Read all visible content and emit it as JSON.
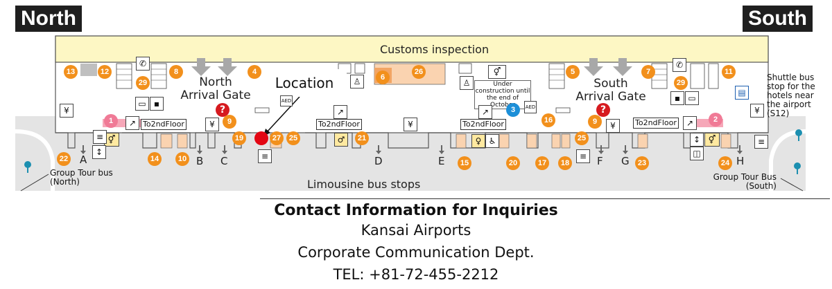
{
  "corners": {
    "north": "North",
    "south": "South"
  },
  "bands": {
    "customs": "Customs inspection",
    "limousine": "Limousine bus stops"
  },
  "gates": {
    "north_line1": "North",
    "north_line2": "Arrival Gate",
    "south_line1": "South",
    "south_line2": "Arrival Gate"
  },
  "location_label": "Location",
  "construction_note": {
    "line1": "Under construction until",
    "line2": "the end of October"
  },
  "to_floor": "To2ndFloor",
  "aed": "AED",
  "question_mark": "?",
  "bus_labels": {
    "group_north_1": "Group Tour bus",
    "group_north_2": "(North)",
    "group_south_1": "Group Tour Bus",
    "group_south_2": "(South)",
    "shuttle_1": "Shuttle bus",
    "shuttle_2": "stop for the",
    "shuttle_3": "hotels near",
    "shuttle_4": "the airport",
    "shuttle_5": "(S12)"
  },
  "stops": [
    "A",
    "B",
    "C",
    "D",
    "E",
    "F",
    "G",
    "H"
  ],
  "numbers": [
    "13",
    "12",
    "29",
    "8",
    "4",
    "6",
    "26",
    "5",
    "7",
    "29",
    "11",
    "1",
    "9",
    "19",
    "27",
    "25",
    "21",
    "3",
    "16",
    "9",
    "2",
    "22",
    "14",
    "10",
    "15",
    "20",
    "17",
    "18",
    "25",
    "23",
    "24"
  ],
  "contact": {
    "title": "Contact Information for Inquiries",
    "org": "Kansai Airports",
    "dept": "Corporate Communication Dept.",
    "tel": "TEL: +81-72-455-2212"
  },
  "colors": {
    "customs": "#fdf7c4",
    "terminal": "#ffffff",
    "road": "#e6e6e6",
    "badge": "#f2901c",
    "pink": "#f07a96",
    "marker": "#e30613"
  }
}
